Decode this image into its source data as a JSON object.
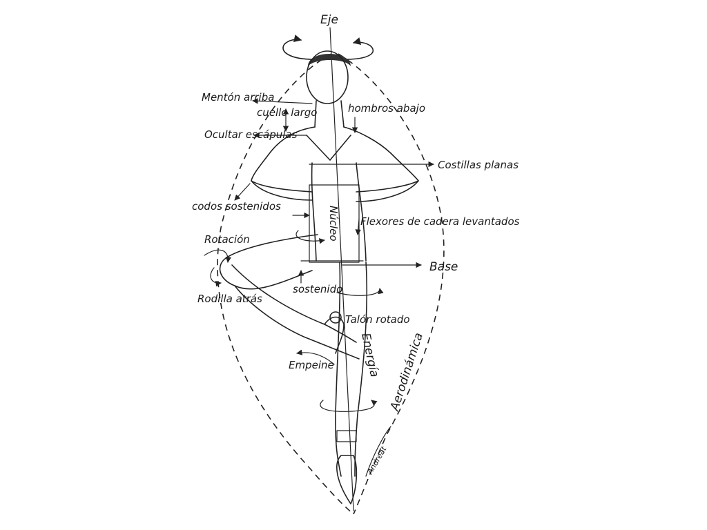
{
  "labels": {
    "axis": "Eje",
    "chin": "Mentón arriba",
    "neck": "cuello largo",
    "shoulders": "hombros abajo",
    "scapulae": "Ocultar escápulas",
    "ribs": "Costillas planas",
    "elbows": "codos sostenidos",
    "hip_flexors": "Flexores de cadera levantados",
    "rotation": "Rotación",
    "core": "Núcleo",
    "base": "Base",
    "sustained": "sostenido",
    "knee_back": "Rodilla atrás",
    "heel": "Talón rotado",
    "energy": "Energía",
    "instep": "Empeine",
    "aero": "Aerodinámica",
    "signature": "Andreat"
  }
}
